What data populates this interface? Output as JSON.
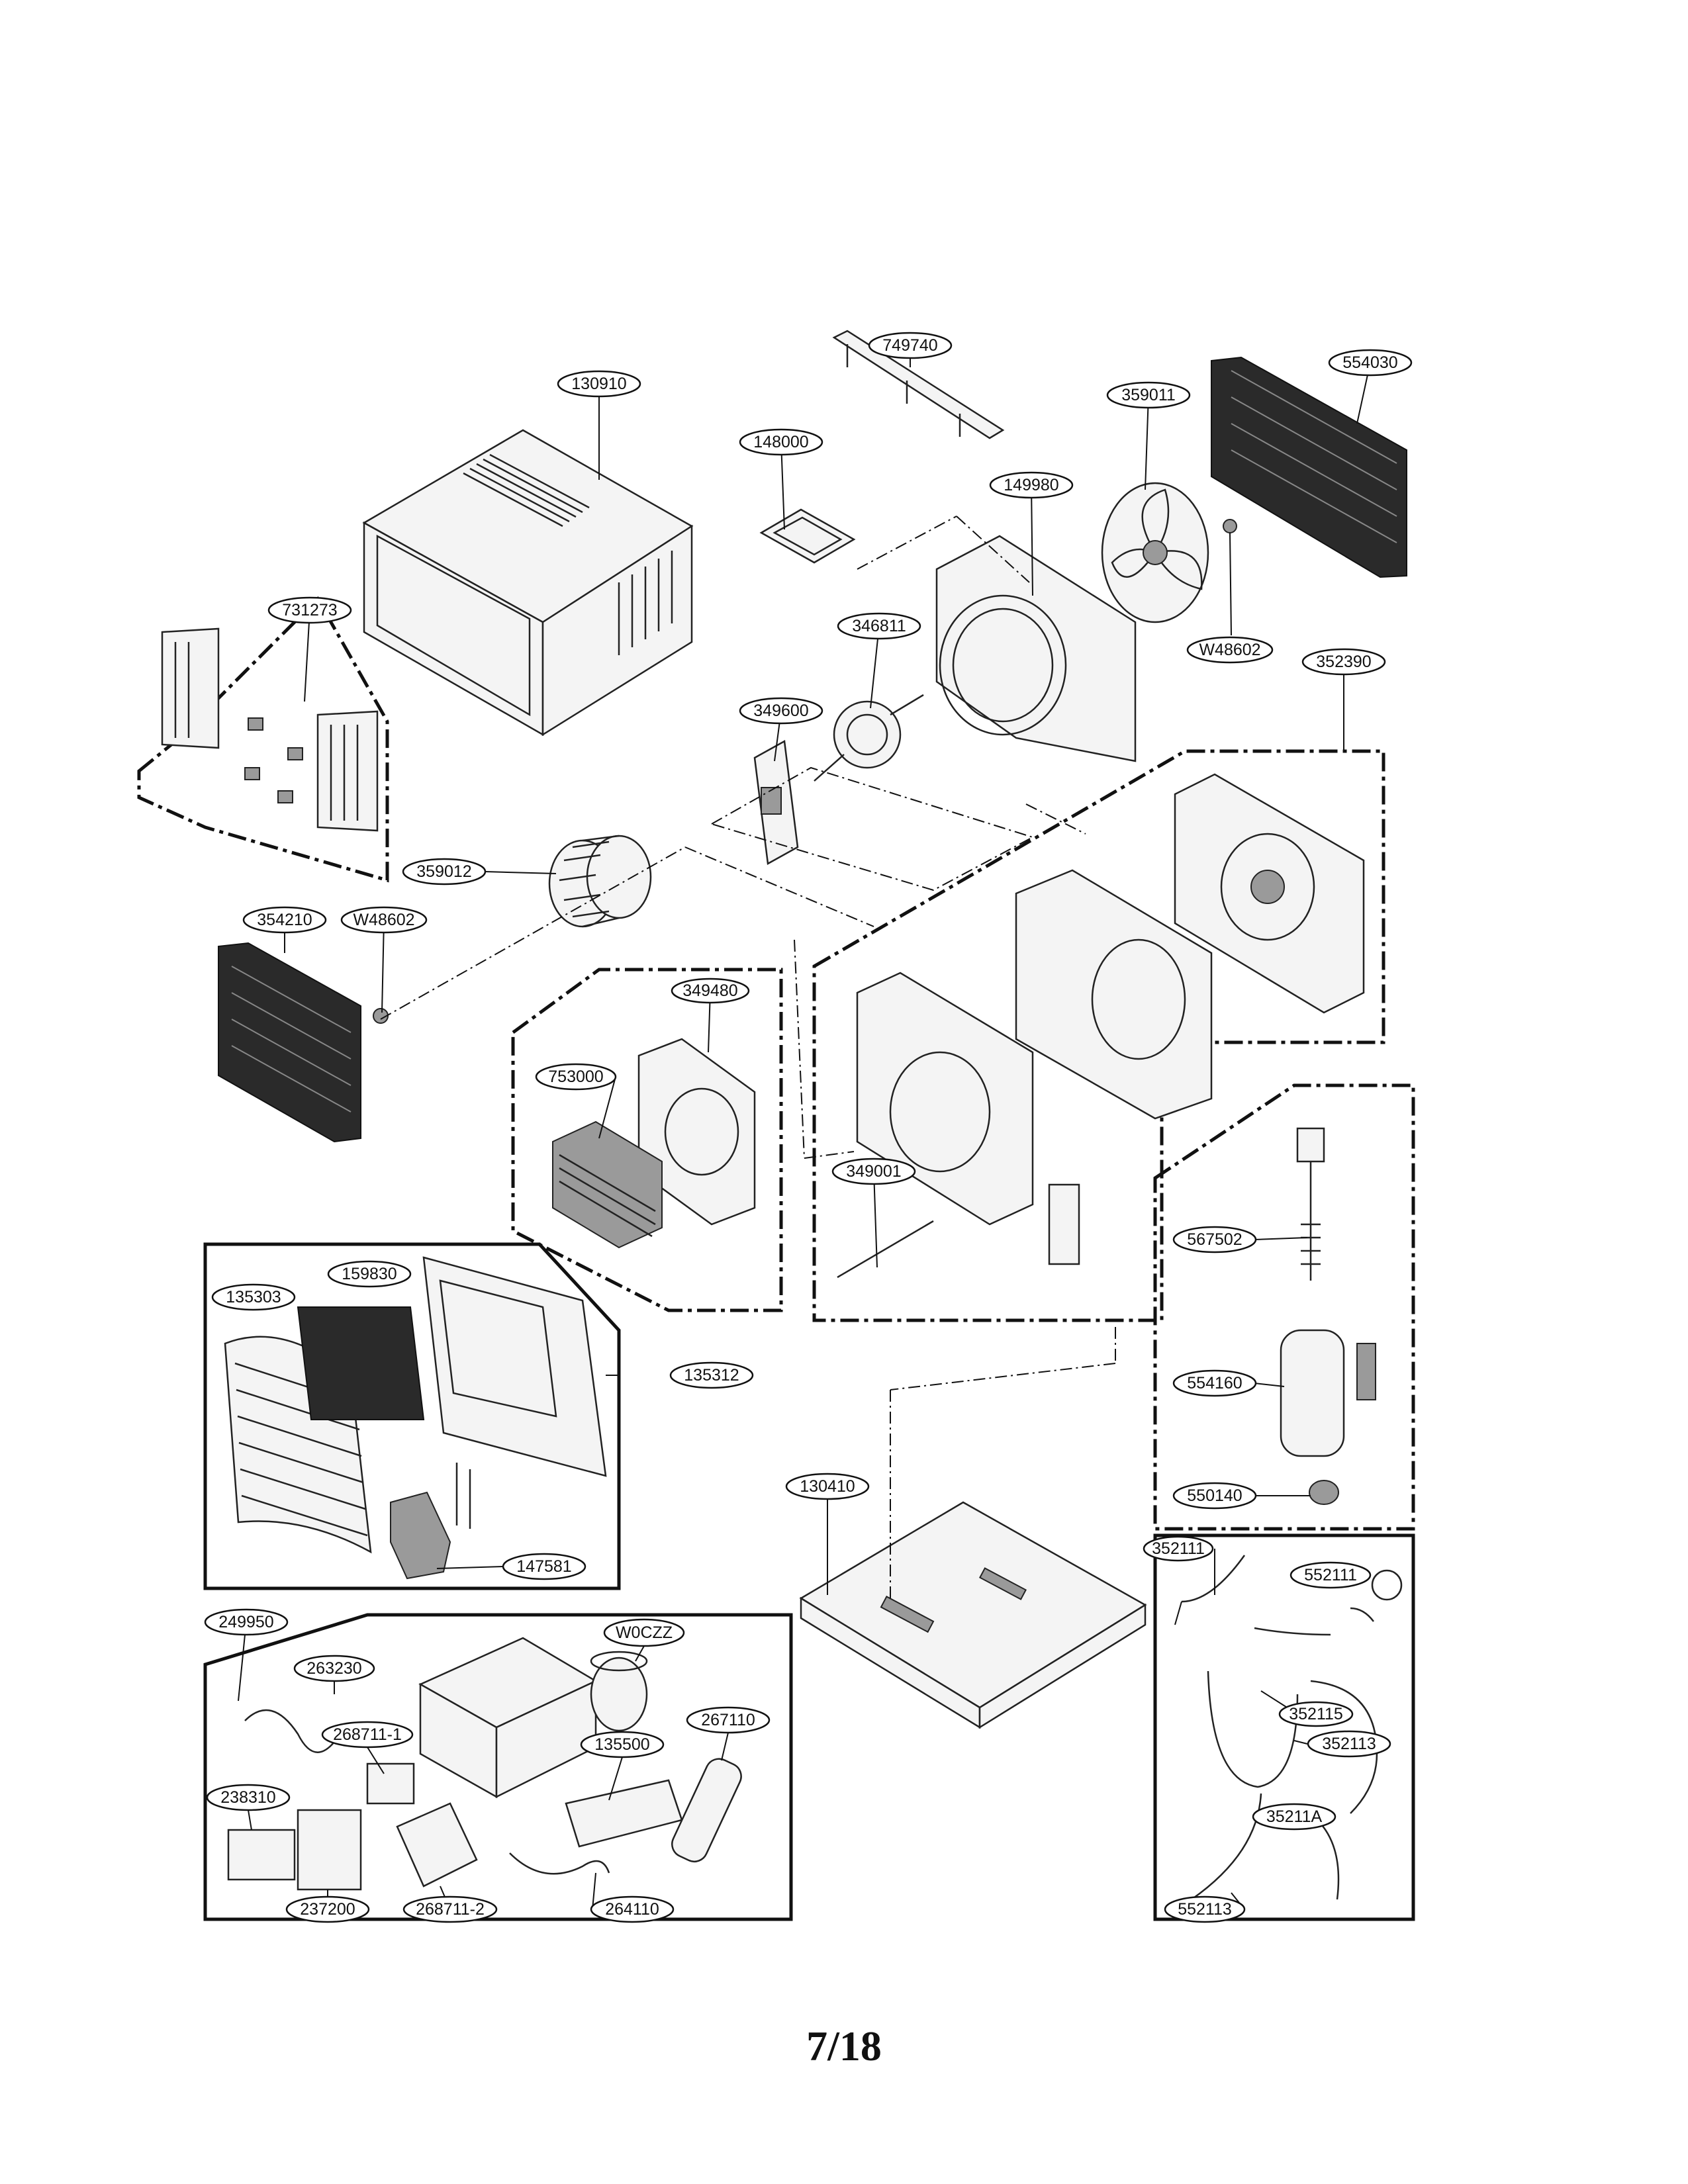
{
  "page_number": "7/18",
  "labels": {
    "p130910": "130910",
    "p749740": "749740",
    "p554030": "554030",
    "p359011": "359011",
    "p148000": "148000",
    "p149980": "149980",
    "p731273": "731273",
    "p346811": "346811",
    "pW48602a": "W48602",
    "p352390": "352390",
    "p349600": "349600",
    "p359012": "359012",
    "p354210": "354210",
    "pW48602b": "W48602",
    "p349480": "349480",
    "p753000": "753000",
    "p349001": "349001",
    "p567502": "567502",
    "p135303": "135303",
    "p159830": "159830",
    "p135312": "135312",
    "p554160": "554160",
    "p550140": "550140",
    "p130410": "130410",
    "p147581": "147581",
    "p352111": "352111",
    "p552111": "552111",
    "p249950": "249950",
    "pW0CZZ": "W0CZZ",
    "p263230": "263230",
    "p268711_1": "268711-1",
    "p135500": "135500",
    "p267110": "267110",
    "p352115": "352115",
    "p352113": "352113",
    "p238310": "238310",
    "p35211A": "35211A",
    "p237200": "237200",
    "p268711_2": "268711-2",
    "p264110": "264110",
    "p552113": "552113"
  }
}
